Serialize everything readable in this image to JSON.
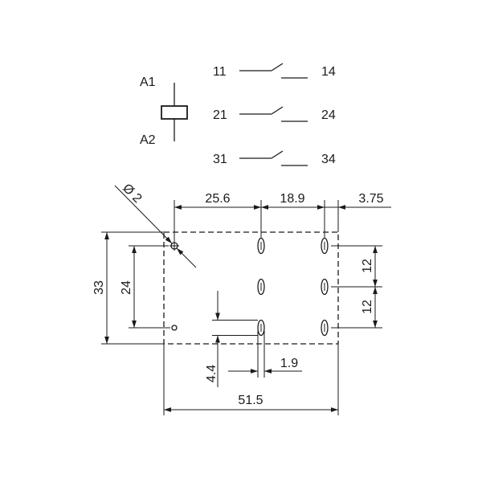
{
  "coil": {
    "terminal_top": "A1",
    "terminal_bottom": "A2"
  },
  "contacts": [
    {
      "common": "11",
      "normally_open": "14"
    },
    {
      "common": "21",
      "normally_open": "24"
    },
    {
      "common": "31",
      "normally_open": "34"
    }
  ],
  "footprint": {
    "hole_diameter": "Ø 2",
    "hole_to_pin_row": "25.6",
    "pin_row_pitch": "18.9",
    "pin_row_to_edge": "3.75",
    "overall_height": "33",
    "hole_spacing": "24",
    "pin_pitch_upper": "12",
    "pin_pitch_lower": "12",
    "slot_length": "4.4",
    "slot_width": "1.9",
    "overall_width": "51.5"
  }
}
